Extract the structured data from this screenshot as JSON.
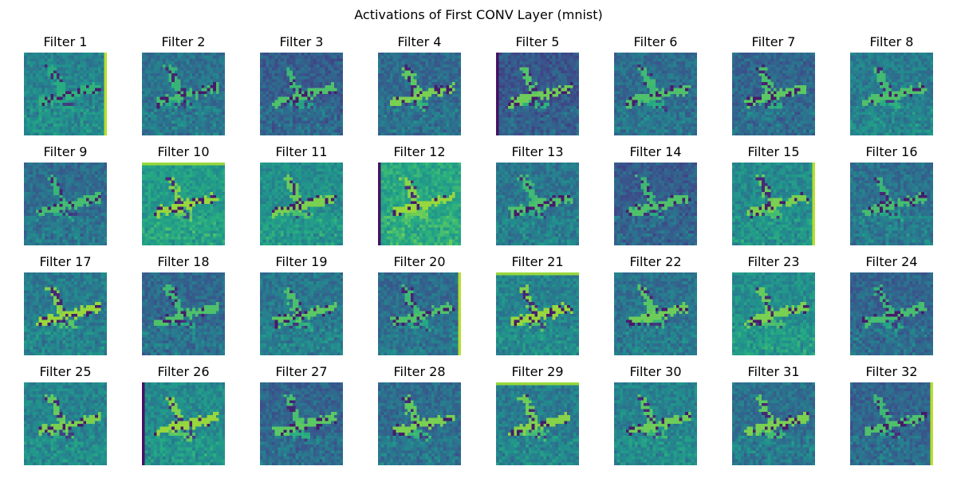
{
  "chart_data": {
    "type": "heatmap",
    "title": "Activations of First CONV Layer (mnist)",
    "colormap": "viridis",
    "axes": "off",
    "grid": {
      "rows": 4,
      "cols": 8
    },
    "panels": [
      {
        "title": "Filter 1",
        "seed": 11,
        "bg": 0.45,
        "plane": 0.65,
        "edge": "right"
      },
      {
        "title": "Filter 2",
        "seed": 12,
        "bg": 0.38,
        "plane": 0.7,
        "edge": "none"
      },
      {
        "title": "Filter 3",
        "seed": 13,
        "bg": 0.3,
        "plane": 0.72,
        "edge": "none"
      },
      {
        "title": "Filter 4",
        "seed": 14,
        "bg": 0.35,
        "plane": 0.8,
        "edge": "none"
      },
      {
        "title": "Filter 5",
        "seed": 15,
        "bg": 0.28,
        "plane": 0.78,
        "edge": "left"
      },
      {
        "title": "Filter 6",
        "seed": 16,
        "bg": 0.36,
        "plane": 0.72,
        "edge": "none"
      },
      {
        "title": "Filter 7",
        "seed": 17,
        "bg": 0.33,
        "plane": 0.75,
        "edge": "none"
      },
      {
        "title": "Filter 8",
        "seed": 18,
        "bg": 0.42,
        "plane": 0.72,
        "edge": "none"
      },
      {
        "title": "Filter 9",
        "seed": 21,
        "bg": 0.36,
        "plane": 0.7,
        "edge": "none"
      },
      {
        "title": "Filter 10",
        "seed": 22,
        "bg": 0.55,
        "plane": 0.85,
        "edge": "top"
      },
      {
        "title": "Filter 11",
        "seed": 23,
        "bg": 0.5,
        "plane": 0.8,
        "edge": "none"
      },
      {
        "title": "Filter 12",
        "seed": 24,
        "bg": 0.6,
        "plane": 0.85,
        "edge": "left"
      },
      {
        "title": "Filter 13",
        "seed": 25,
        "bg": 0.4,
        "plane": 0.72,
        "edge": "none"
      },
      {
        "title": "Filter 14",
        "seed": 26,
        "bg": 0.3,
        "plane": 0.72,
        "edge": "none"
      },
      {
        "title": "Filter 15",
        "seed": 27,
        "bg": 0.48,
        "plane": 0.8,
        "edge": "right"
      },
      {
        "title": "Filter 16",
        "seed": 28,
        "bg": 0.38,
        "plane": 0.7,
        "edge": "none"
      },
      {
        "title": "Filter 17",
        "seed": 31,
        "bg": 0.42,
        "plane": 0.85,
        "edge": "none"
      },
      {
        "title": "Filter 18",
        "seed": 32,
        "bg": 0.35,
        "plane": 0.72,
        "edge": "none"
      },
      {
        "title": "Filter 19",
        "seed": 33,
        "bg": 0.4,
        "plane": 0.75,
        "edge": "none"
      },
      {
        "title": "Filter 20",
        "seed": 34,
        "bg": 0.36,
        "plane": 0.72,
        "edge": "right"
      },
      {
        "title": "Filter 21",
        "seed": 35,
        "bg": 0.45,
        "plane": 0.85,
        "edge": "top"
      },
      {
        "title": "Filter 22",
        "seed": 36,
        "bg": 0.38,
        "plane": 0.78,
        "edge": "none"
      },
      {
        "title": "Filter 23",
        "seed": 37,
        "bg": 0.5,
        "plane": 0.8,
        "edge": "none"
      },
      {
        "title": "Filter 24",
        "seed": 38,
        "bg": 0.33,
        "plane": 0.7,
        "edge": "none"
      },
      {
        "title": "Filter 25",
        "seed": 41,
        "bg": 0.45,
        "plane": 0.8,
        "edge": "none"
      },
      {
        "title": "Filter 26",
        "seed": 42,
        "bg": 0.48,
        "plane": 0.85,
        "edge": "left"
      },
      {
        "title": "Filter 27",
        "seed": 43,
        "bg": 0.33,
        "plane": 0.75,
        "edge": "none"
      },
      {
        "title": "Filter 28",
        "seed": 44,
        "bg": 0.36,
        "plane": 0.8,
        "edge": "none"
      },
      {
        "title": "Filter 29",
        "seed": 45,
        "bg": 0.42,
        "plane": 0.82,
        "edge": "top"
      },
      {
        "title": "Filter 30",
        "seed": 46,
        "bg": 0.45,
        "plane": 0.78,
        "edge": "none"
      },
      {
        "title": "Filter 31",
        "seed": 47,
        "bg": 0.38,
        "plane": 0.8,
        "edge": "none"
      },
      {
        "title": "Filter 32",
        "seed": 48,
        "bg": 0.33,
        "plane": 0.72,
        "edge": "right"
      }
    ]
  }
}
